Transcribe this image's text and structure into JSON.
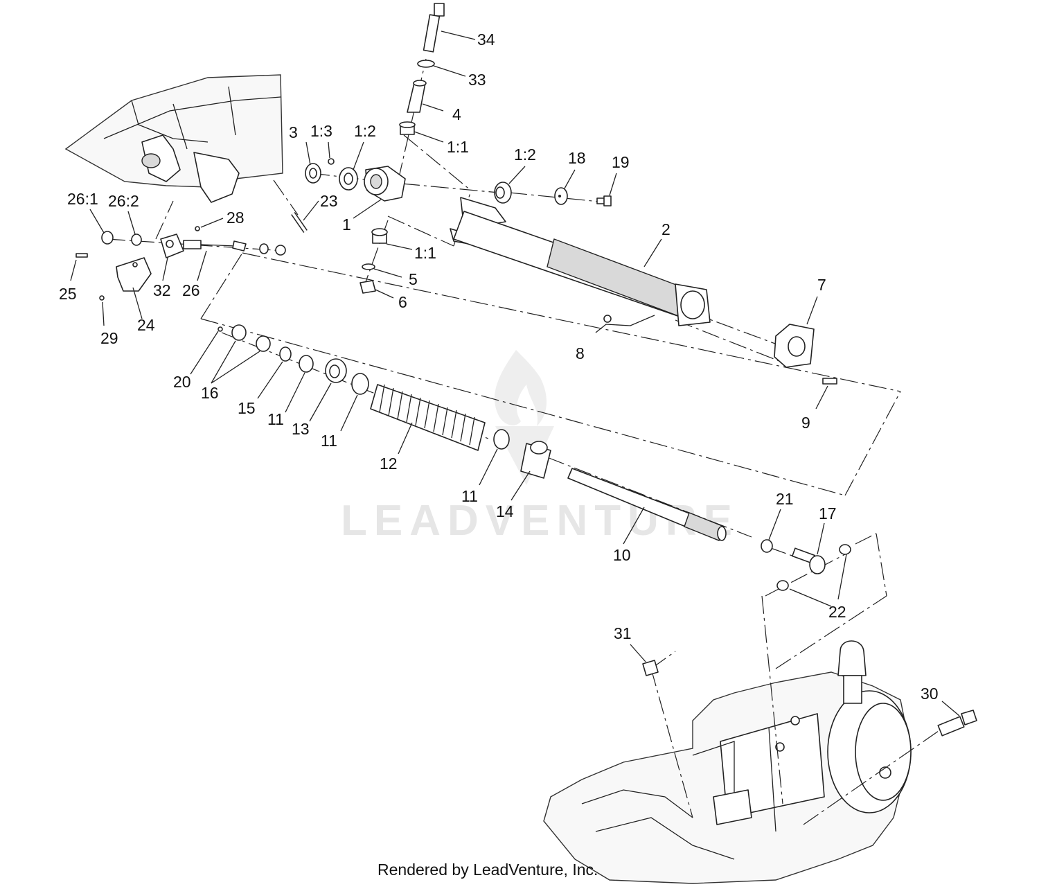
{
  "diagram": {
    "watermark": "LEADVENTURE",
    "footer": "Rendered by LeadVenture, Inc.",
    "callouts": [
      {
        "id": "34",
        "text": "34"
      },
      {
        "id": "33",
        "text": "33"
      },
      {
        "id": "4",
        "text": "4"
      },
      {
        "id": "1:1-top",
        "text": "1:1"
      },
      {
        "id": "3",
        "text": "3"
      },
      {
        "id": "1:3",
        "text": "1:3"
      },
      {
        "id": "1:2-left",
        "text": "1:2"
      },
      {
        "id": "1:2-right",
        "text": "1:2"
      },
      {
        "id": "18",
        "text": "18"
      },
      {
        "id": "19",
        "text": "19"
      },
      {
        "id": "23",
        "text": "23"
      },
      {
        "id": "1",
        "text": "1"
      },
      {
        "id": "2",
        "text": "2"
      },
      {
        "id": "26:1",
        "text": "26:1"
      },
      {
        "id": "26:2",
        "text": "26:2"
      },
      {
        "id": "28",
        "text": "28"
      },
      {
        "id": "1:1-bottom",
        "text": "1:1"
      },
      {
        "id": "5",
        "text": "5"
      },
      {
        "id": "6",
        "text": "6"
      },
      {
        "id": "7",
        "text": "7"
      },
      {
        "id": "25",
        "text": "25"
      },
      {
        "id": "32",
        "text": "32"
      },
      {
        "id": "26",
        "text": "26"
      },
      {
        "id": "24",
        "text": "24"
      },
      {
        "id": "29",
        "text": "29"
      },
      {
        "id": "8",
        "text": "8"
      },
      {
        "id": "9",
        "text": "9"
      },
      {
        "id": "20",
        "text": "20"
      },
      {
        "id": "16",
        "text": "16"
      },
      {
        "id": "15",
        "text": "15"
      },
      {
        "id": "11-a",
        "text": "11"
      },
      {
        "id": "13",
        "text": "13"
      },
      {
        "id": "11-b",
        "text": "11"
      },
      {
        "id": "12",
        "text": "12"
      },
      {
        "id": "11-c",
        "text": "11"
      },
      {
        "id": "14",
        "text": "14"
      },
      {
        "id": "21",
        "text": "21"
      },
      {
        "id": "17",
        "text": "17"
      },
      {
        "id": "10",
        "text": "10"
      },
      {
        "id": "22",
        "text": "22"
      },
      {
        "id": "31",
        "text": "31"
      },
      {
        "id": "30",
        "text": "30"
      }
    ]
  }
}
